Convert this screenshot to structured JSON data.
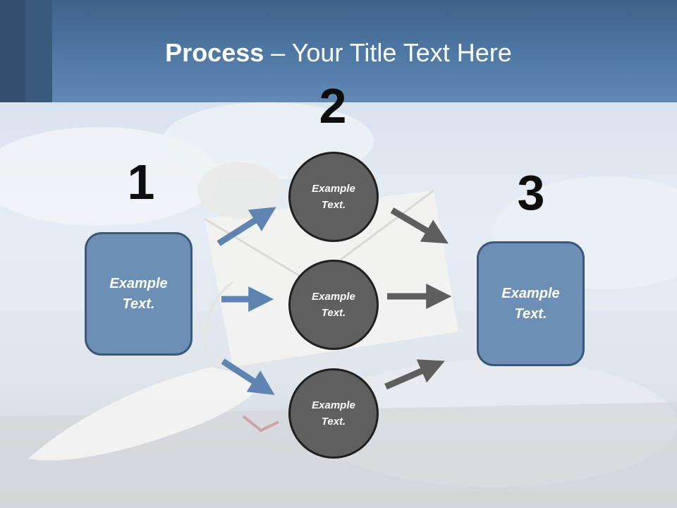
{
  "slide": {
    "title_bold": "Process",
    "title_rest": " – Your Title Text Here",
    "step_numbers": [
      "1",
      "2",
      "3"
    ],
    "input_box_text": "Example\nText.",
    "output_box_text": "Example\nText.",
    "circles": [
      {
        "text": "Example\nText."
      },
      {
        "text": "Example\nText."
      },
      {
        "text": "Example\nText."
      }
    ]
  },
  "colors": {
    "title_bar": "#5079a6",
    "box_fill": "#6d8fb6",
    "circle_fill": "#5f5f5f",
    "blue_arrow": "#5f84b1",
    "gray_arrow": "#5e5e5e"
  }
}
